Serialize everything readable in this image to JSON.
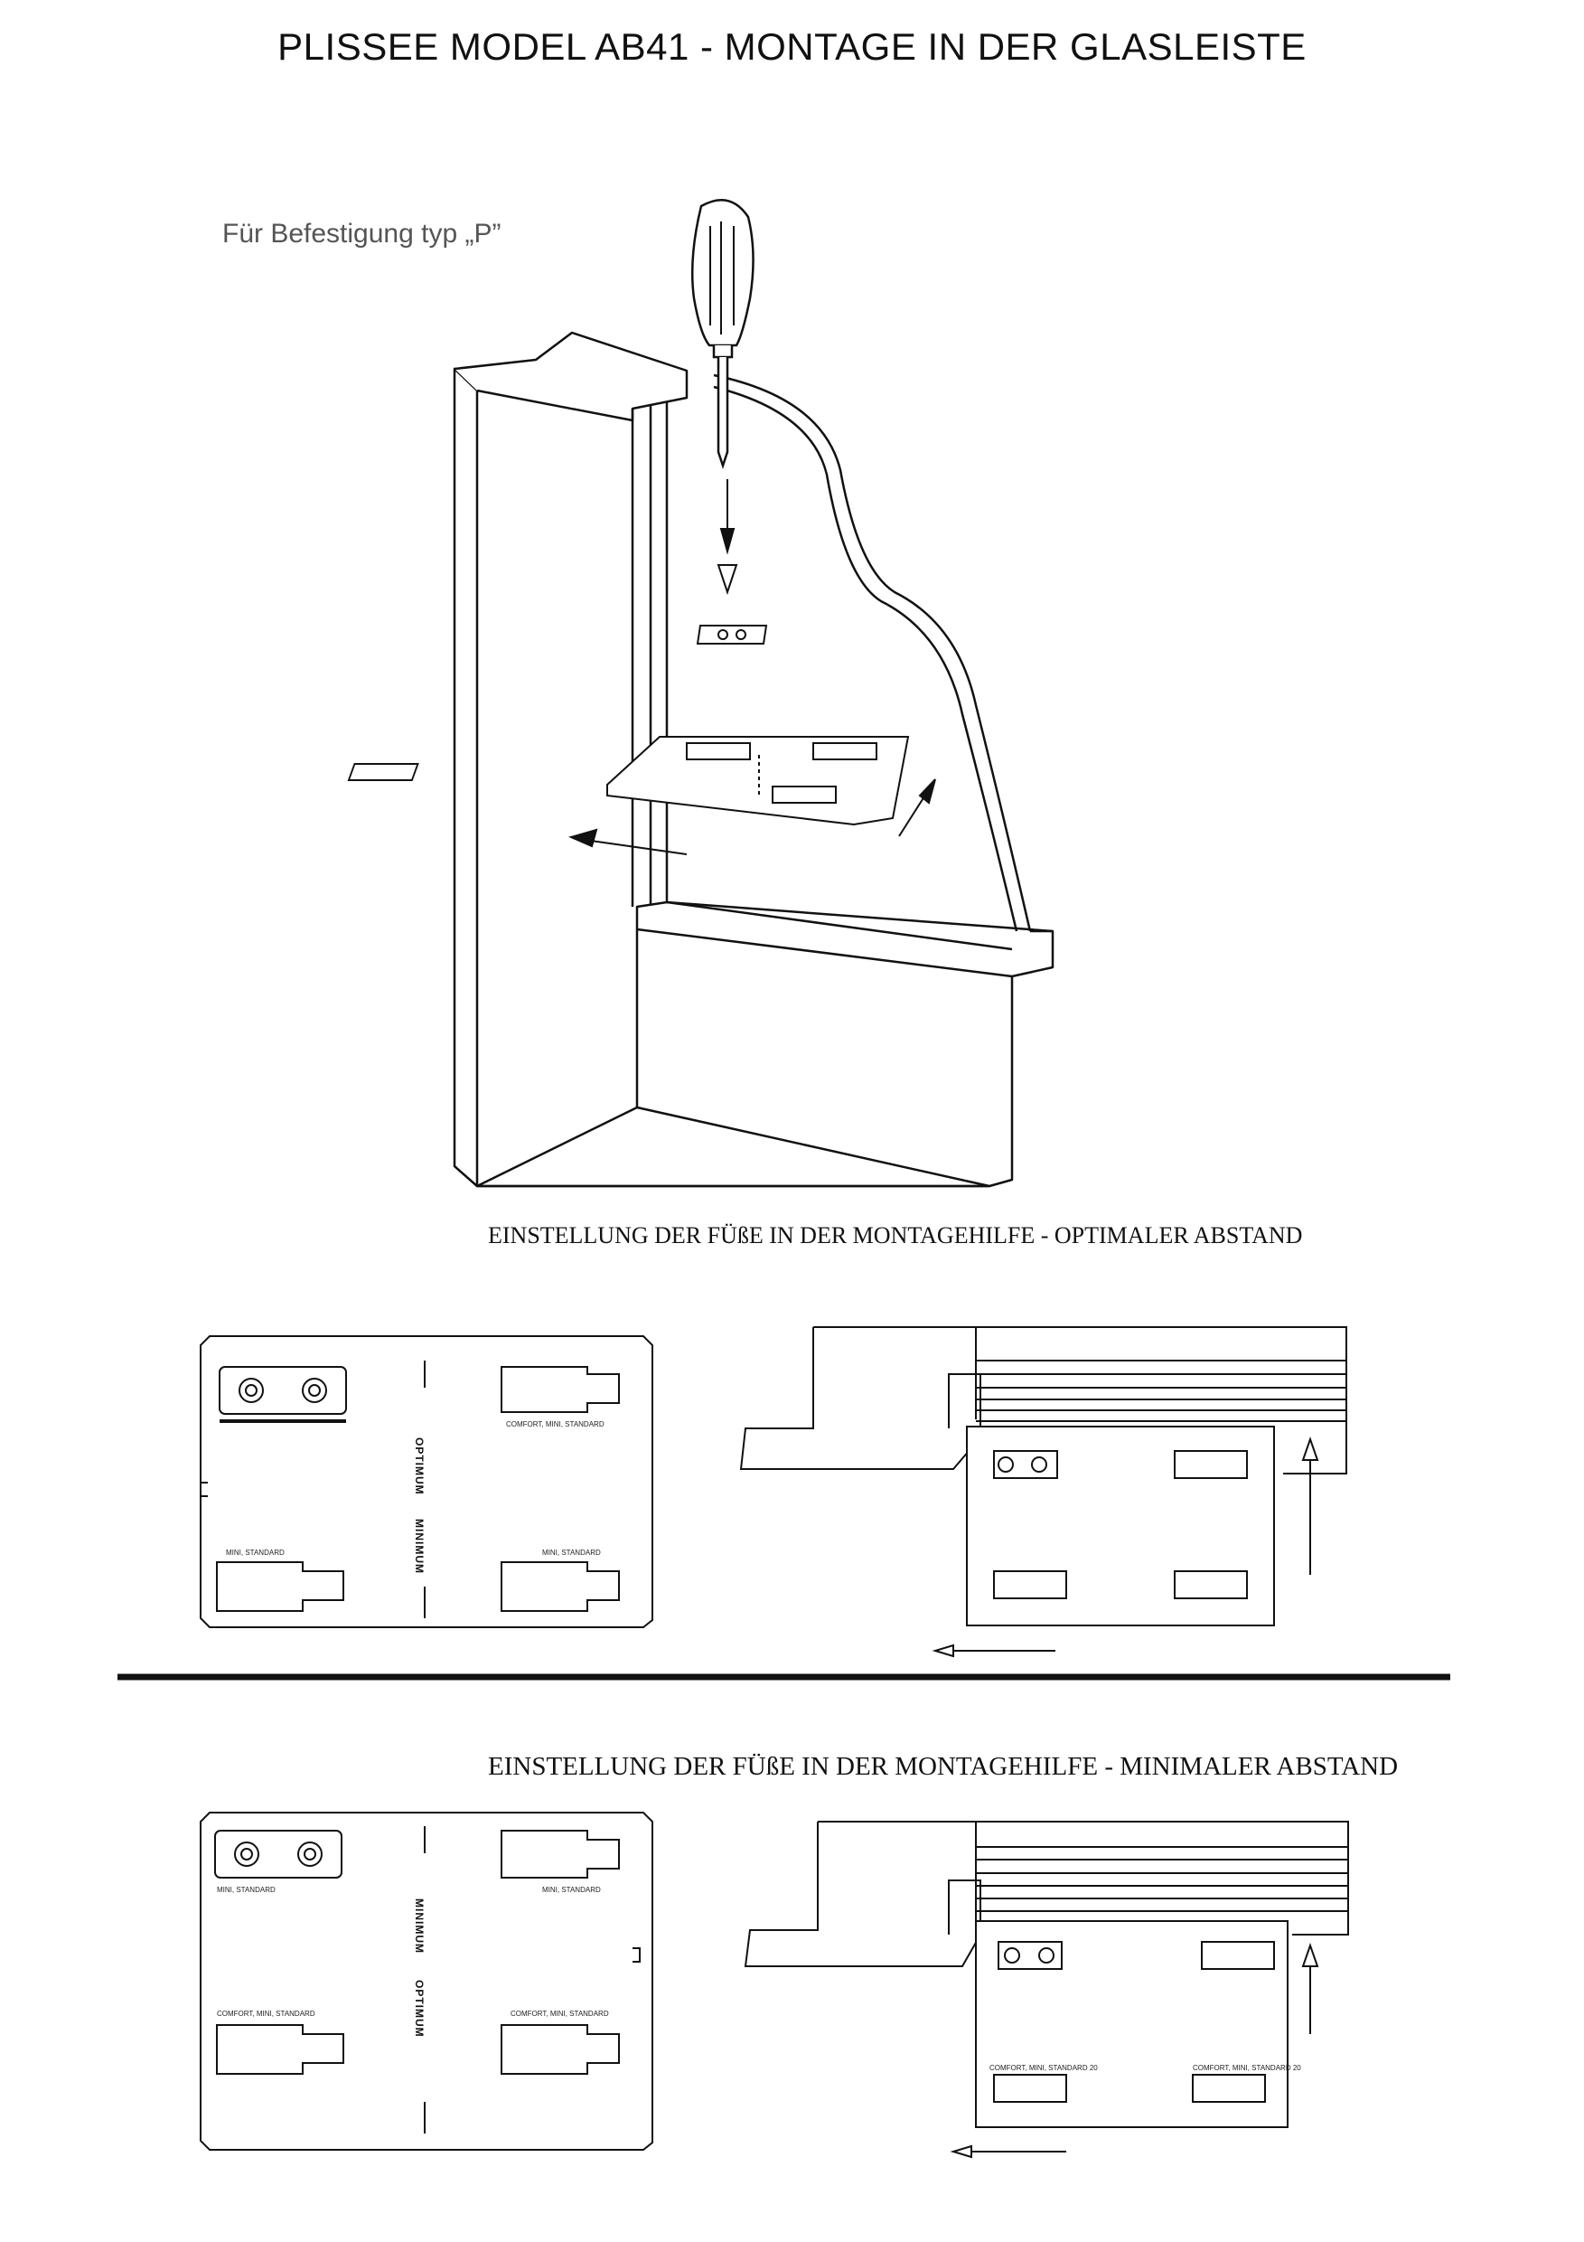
{
  "title": "PLISSEE MODEL AB41 - MONTAGE IN DER GLASLEISTE",
  "subtitle": "Für Befestigung typ „P”",
  "section_optimal": {
    "heading": "EINSTELLUNG DER FÜßE IN DER MONTAGEHILFE - OPTIMALER ABSTAND",
    "labels": {
      "optimum": "OPTIMUM",
      "minimum": "MINIMUM",
      "comfort_mini_standard": "COMFORT, MINI, STANDARD",
      "mini_standard": "MINI, STANDARD"
    }
  },
  "section_minimal": {
    "heading": "EINSTELLUNG DER FÜßE IN DER MONTAGEHILFE - MINIMALER ABSTAND",
    "labels": {
      "minimum": "MINIMUM",
      "optimum": "OPTIMUM",
      "mini_standard": "MINI, STANDARD",
      "comfort_mini_standard": "COMFORT, MINI, STANDARD",
      "comfort_mini_standard_20": "COMFORT, MINI, STANDARD 20"
    }
  }
}
